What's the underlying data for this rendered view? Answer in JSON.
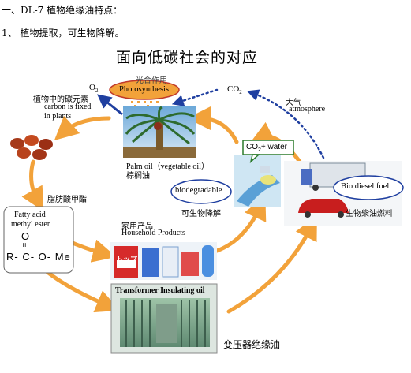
{
  "header": {
    "line1": "一、DL-7 植物绝缘油特点：",
    "line2": "1、 植物提取，可生物降解。"
  },
  "diagram": {
    "title": "面向低碳社会的对应",
    "photosynthesis": {
      "cn": "光合作用",
      "en": "Photosynthesis"
    },
    "o2": "O",
    "o2_sub": "2",
    "co2": "CO",
    "co2_sub": "2",
    "atmosphere": {
      "cn": "大气",
      "en": "atmosphere"
    },
    "carbon": {
      "cn": "植物中的碳元素",
      "en1": "carbon is fixed",
      "en2": "in plants"
    },
    "palm": {
      "en": "Palm oil（vegetable oil）",
      "cn": "棕榈油"
    },
    "co2water": {
      "co2": "CO",
      "sub": "2",
      "rest": "+ water"
    },
    "biodegradable": {
      "en": "biodegradable",
      "cn": "可生物降解"
    },
    "biodiesel": {
      "en": "Bio diesel fuel",
      "cn": "生物柴油燃料"
    },
    "fame": {
      "cn": "脂肪酸甲酯",
      "en1": "Fatty acid",
      "en2": "methyl ester"
    },
    "formula": {
      "o": "O",
      "dbl": "=",
      "chain": "R- C- O- Me"
    },
    "household": {
      "cn": "家用产品",
      "en": "Household Products"
    },
    "transformer": {
      "en": "Transformer Insulating oil",
      "cn": "变压器绝缘油"
    },
    "product_logo": "トップ",
    "colors": {
      "arrow": "#f2a23a",
      "dotted": "#1f3fa0",
      "oval_fill": "#f2a23a",
      "oval_edge": "#c0392b",
      "blue_edge": "#1f3fa0"
    }
  }
}
